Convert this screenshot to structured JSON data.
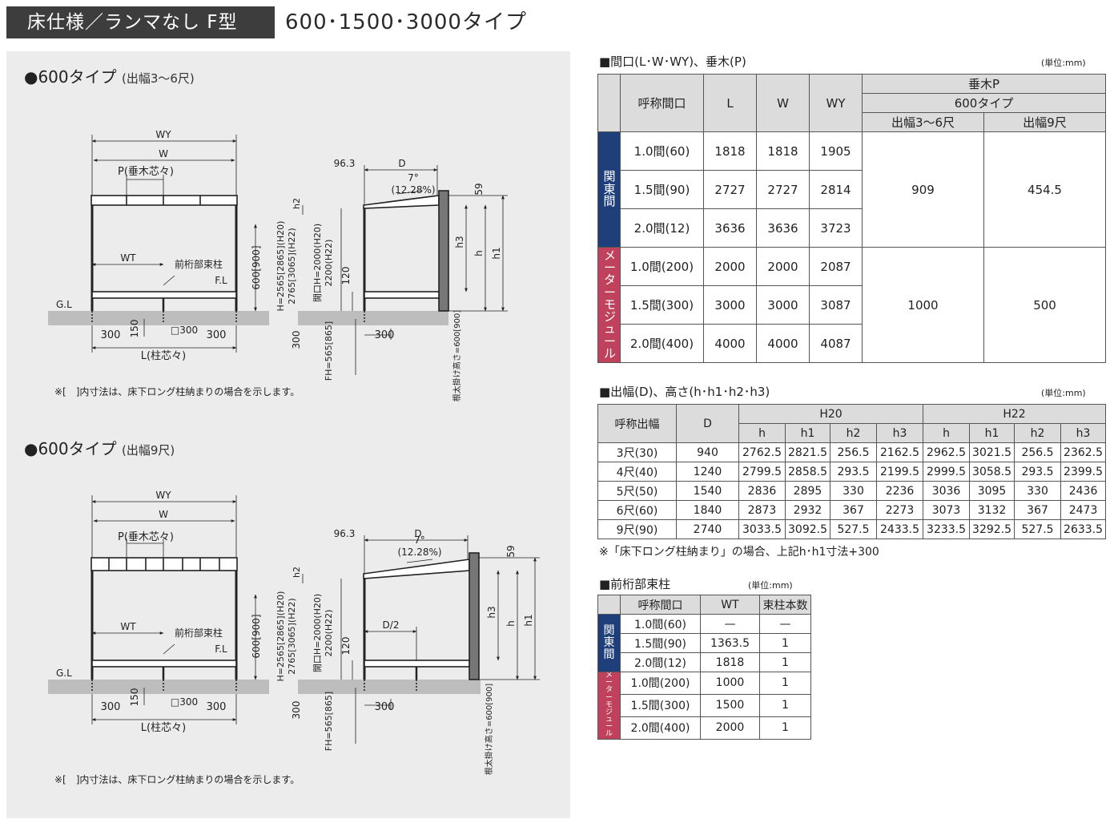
{
  "header": {
    "title": "床仕様／ランマなし F型",
    "subtitle": "600･1500･3000タイプ"
  },
  "left": {
    "sec1": {
      "title": "●600タイプ",
      "range": "(出幅3〜6尺)"
    },
    "sec2": {
      "title": "●600タイプ",
      "range": "(出幅9尺)"
    },
    "note": "※[　]内寸法は、床下ロング柱納まりの場合を示します。",
    "labels": {
      "wy": "WY",
      "w": "W",
      "p": "P(垂木芯々)",
      "wt": "WT",
      "post": "前桁部束柱",
      "fl": "F.L",
      "gl": "G.L",
      "l": "L(柱芯々)",
      "d": "D",
      "d2": "D/2",
      "deg": "7°",
      "pct": "(12.28%)",
      "d963": "96.3",
      "n59": "59",
      "h1": "h1",
      "h": "h",
      "h2": "h2",
      "h3": "h3",
      "n600": "600[900]",
      "n150": "150",
      "n300": "300",
      "sq300": "□300",
      "n120": "120",
      "hdim": "H=2565[2865](H20)",
      "hdim2": "2765[3065](H22)",
      "open": "開口H=2000(H20)",
      "open2": "2200(H22)",
      "fh": "FH=565[865]",
      "neda": "根太掛け高さ=600[900]"
    }
  },
  "table1": {
    "title": "■間口(L･W･WY)、垂木(P)",
    "unit": "(単位:mm)",
    "headers": {
      "name": "呼称間口",
      "l": "L",
      "w": "W",
      "wy": "WY",
      "taruki": "垂木P",
      "type": "600タイプ",
      "c1": "出幅3〜6尺",
      "c2": "出幅9尺"
    },
    "group1": "関東間",
    "group2": "メーターモジュール",
    "rows": [
      [
        "1.0間(60)",
        "1818",
        "1818",
        "1905"
      ],
      [
        "1.5間(90)",
        "2727",
        "2727",
        "2814"
      ],
      [
        "2.0間(12)",
        "3636",
        "3636",
        "3723"
      ],
      [
        "1.0間(200)",
        "2000",
        "2000",
        "2087"
      ],
      [
        "1.5間(300)",
        "3000",
        "3000",
        "3087"
      ],
      [
        "2.0間(400)",
        "4000",
        "4000",
        "4087"
      ]
    ],
    "p_values": {
      "g1a": "909",
      "g1b": "454.5",
      "g2a": "1000",
      "g2b": "500"
    }
  },
  "table2": {
    "title": "■出幅(D)、高さ(h･h1･h2･h3)",
    "unit": "(単位:mm)",
    "headers": {
      "name": "呼称出幅",
      "d": "D",
      "h20": "H20",
      "h22": "H22",
      "sub": [
        "h",
        "h1",
        "h2",
        "h3",
        "h",
        "h1",
        "h2",
        "h3"
      ]
    },
    "rows": [
      [
        "3尺(30)",
        "940",
        "2762.5",
        "2821.5",
        "256.5",
        "2162.5",
        "2962.5",
        "3021.5",
        "256.5",
        "2362.5"
      ],
      [
        "4尺(40)",
        "1240",
        "2799.5",
        "2858.5",
        "293.5",
        "2199.5",
        "2999.5",
        "3058.5",
        "293.5",
        "2399.5"
      ],
      [
        "5尺(50)",
        "1540",
        "2836",
        "2895",
        "330",
        "2236",
        "3036",
        "3095",
        "330",
        "2436"
      ],
      [
        "6尺(60)",
        "1840",
        "2873",
        "2932",
        "367",
        "2273",
        "3073",
        "3132",
        "367",
        "2473"
      ],
      [
        "9尺(90)",
        "2740",
        "3033.5",
        "3092.5",
        "527.5",
        "2433.5",
        "3233.5",
        "3292.5",
        "527.5",
        "2633.5"
      ]
    ],
    "footnote": "※「床下ロング柱納まり」の場合、上記h･h1寸法+300"
  },
  "table3": {
    "title": "■前桁部束柱",
    "unit": "(単位:mm)",
    "headers": {
      "name": "呼称間口",
      "wt": "WT",
      "count": "束柱本数"
    },
    "group1": "関東間",
    "group2": "メーターモジュール",
    "rows": [
      [
        "1.0間(60)",
        "—",
        "—"
      ],
      [
        "1.5間(90)",
        "1363.5",
        "1"
      ],
      [
        "2.0間(12)",
        "1818",
        "1"
      ],
      [
        "1.0間(200)",
        "1000",
        "1"
      ],
      [
        "1.5間(300)",
        "1500",
        "1"
      ],
      [
        "2.0間(400)",
        "2000",
        "1"
      ]
    ]
  },
  "colors": {
    "kanto": "#1f3f7a",
    "meter": "#c0415c",
    "header_bg": "#3d3d3d",
    "panel": "#ececec"
  }
}
